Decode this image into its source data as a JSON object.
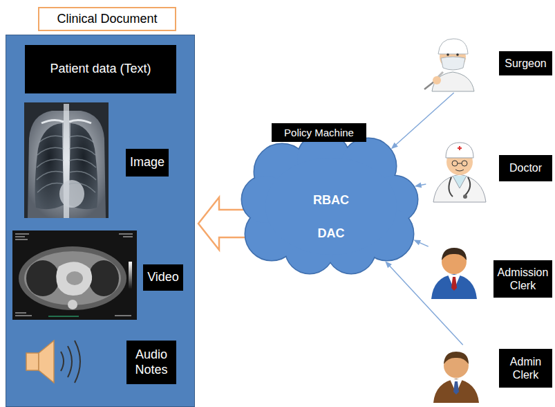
{
  "diagram": {
    "nodes": [
      {
        "text": [
          "Clinical Document"
        ]
      },
      {
        "text": [
          "Patient data (Text)"
        ],
        "in": 0
      },
      {
        "text": [
          "Image"
        ],
        "in": 0
      },
      {
        "text": [
          "Video"
        ],
        "in": 0
      },
      {
        "text": [
          "Audio Notes"
        ],
        "in": 0
      },
      {
        "text": [
          "RBAC",
          "DAC"
        ]
      },
      {
        "text": [
          "Policy Machine"
        ],
        "in": 5
      },
      {
        "text": [
          "Surgeon"
        ]
      },
      {
        "text": [
          "Doctor"
        ]
      },
      {
        "text": [
          "Admission Clerk"
        ]
      },
      {
        "text": [
          "Admin Clerk"
        ]
      }
    ],
    "edges": [
      {
        "from": 5,
        "to": 0,
        "arrow": "to"
      },
      {
        "from": 7,
        "to": 5,
        "arrow": "to"
      },
      {
        "from": 8,
        "to": 5,
        "arrow": "to"
      },
      {
        "from": 9,
        "to": 5,
        "arrow": "to"
      },
      {
        "from": 10,
        "to": 5,
        "arrow": "to"
      }
    ]
  }
}
